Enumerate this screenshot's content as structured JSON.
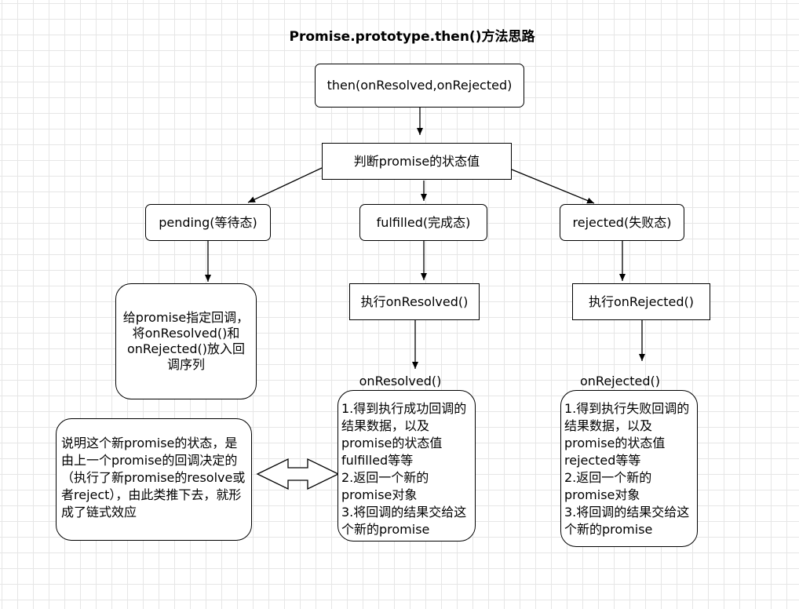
{
  "title": "Promise.prototype.then()方法思路",
  "nodes": {
    "then": "then(onResolved,onRejected)",
    "judge": "判断promise的状态值",
    "pending": "pending(等待态)",
    "fulfilled": "fulfilled(完成态)",
    "rejected": "rejected(失败态)",
    "pending_action": "给promise指定回调，将onResolved()和onRejected()放入回调序列",
    "exec_resolved": "执行onResolved()",
    "exec_rejected": "执行onRejected()",
    "resolved_label": "onResolved()",
    "rejected_label": "onRejected()",
    "resolved_detail": "1.得到执行成功回调的结果数据，以及promise的状态值fulfilled等等\n2.返回一个新的promise对象\n3.将回调的结果交给这个新的promise",
    "rejected_detail": "1.得到执行失败回调的结果数据，以及promise的状态值rejected等等\n2.返回一个新的promise对象\n3.将回调的结果交给这个新的promise",
    "explain": "说明这个新promise的状态，是由上一个promise的回调决定的（执行了新promise的resolve或者reject），由此类推下去，就形成了链式效应"
  }
}
